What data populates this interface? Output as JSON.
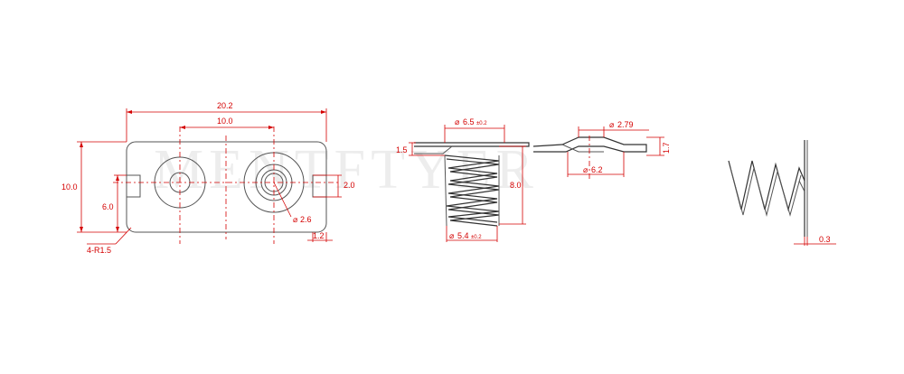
{
  "watermark": "MENTFTYER",
  "colors": {
    "dimension": "#d40000",
    "part_outline": "#555555",
    "background": "#ffffff"
  },
  "views": {
    "front": {
      "overall_width": "20.2",
      "hole_spacing": "10.0",
      "height": "10.0",
      "notch_height": "6.0",
      "corner_radius": "4-R1.5",
      "slot_width": "2.0",
      "hole_diameter": "2.6",
      "edge_offset": "1.2"
    },
    "side": {
      "top_diameter": "6.5",
      "top_tolerance": "±0.2",
      "plate_thickness": "1.5",
      "spring_height": "8.0",
      "bottom_diameter": "5.4",
      "bottom_tolerance": "±0.2"
    },
    "detail": {
      "dimple_diameter": "2.79",
      "dimple_height": "1.7",
      "base_diameter": "6.2"
    },
    "profile": {
      "thickness": "0.3"
    }
  }
}
